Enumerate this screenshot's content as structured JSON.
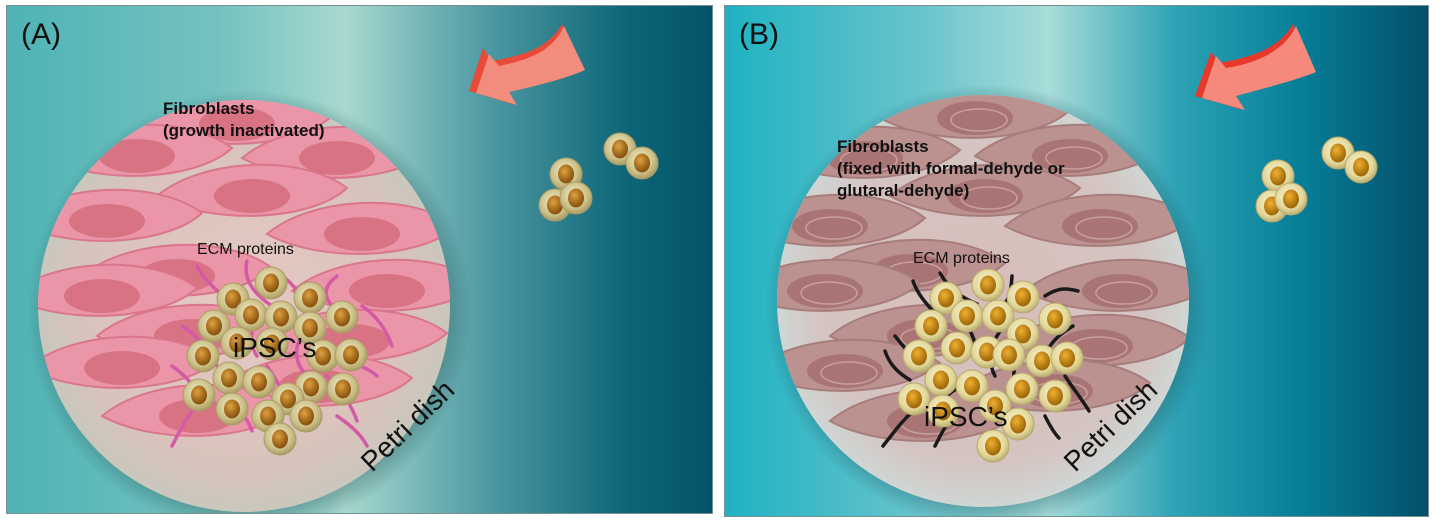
{
  "panels": {
    "a": {
      "label": "(A)",
      "fibroblast_title": "Fibroblasts",
      "fibroblast_subtitle": "(growth inactivated)",
      "ecm_label": "ECM proteins",
      "ipsc_label": "iPSC’s",
      "dish_label": "Petri dish",
      "colors": {
        "fibroblast": "#e8879b",
        "nucleus": "#d06b7a",
        "ecm_fiber": "#d14e9c",
        "arrow": "#f28c7c",
        "arrow_edge": "#e84b3a"
      }
    },
    "b": {
      "label": "(B)",
      "fibroblast_title": "Fibroblasts",
      "fibroblast_subtitle_line1": "(fixed with formal-dehyde or",
      "fibroblast_subtitle_line2": "glutaral-dehyde)",
      "ecm_label": "ECM proteins",
      "ipsc_label": "iPSC’s",
      "dish_label": "Petri dish",
      "colors": {
        "fibroblast": "#b88d8b",
        "nucleus": "#a5706f",
        "ecm_fiber": "#1a1a1a",
        "arrow": "#f5897c",
        "arrow_edge": "#e8382c"
      }
    }
  }
}
